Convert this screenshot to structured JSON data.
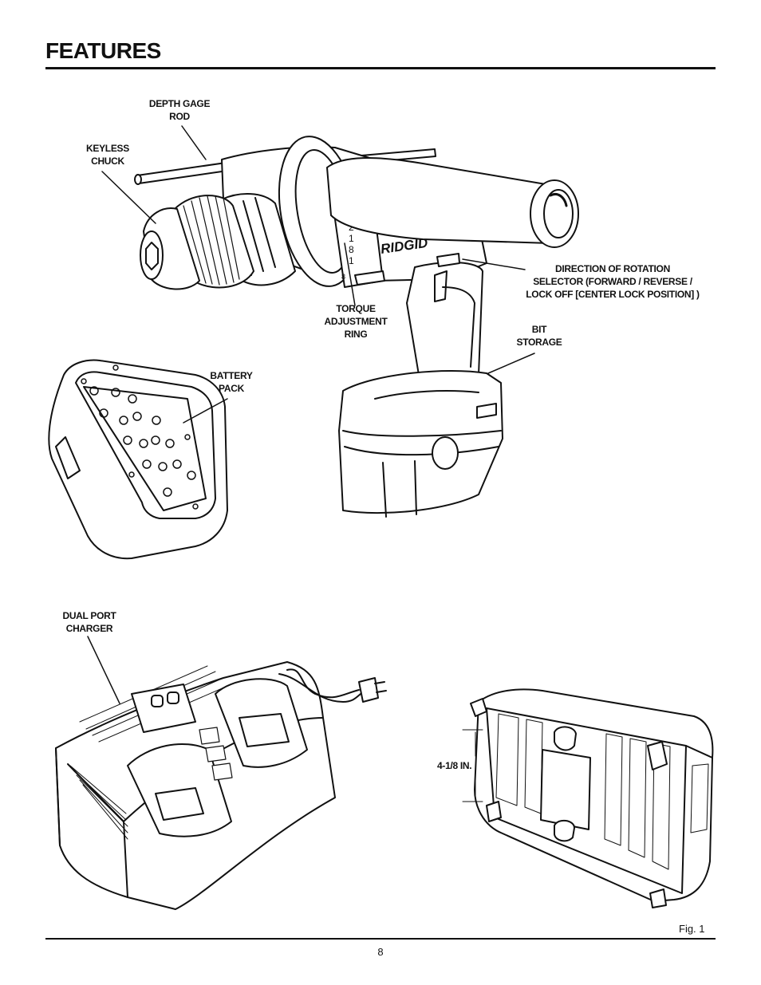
{
  "page": {
    "title": "FEATURES",
    "page_number": "8",
    "figure_label": "Fig. 1"
  },
  "labels": {
    "depth_gage_rod": [
      "DEPTH GAGE",
      "ROD"
    ],
    "keyless_chuck": [
      "KEYLESS",
      "CHUCK"
    ],
    "direction_selector": [
      "DIRECTION OF ROTATION",
      "SELECTOR (FORWARD / REVERSE /",
      "LOCK OFF [CENTER LOCK POSITION] )"
    ],
    "torque_ring": [
      "TORQUE",
      "ADJUSTMENT",
      "RING"
    ],
    "bit_storage": [
      "BIT",
      "STORAGE"
    ],
    "battery_pack": [
      "BATTERY",
      "PACK"
    ],
    "dual_port_charger": [
      "DUAL PORT",
      "CHARGER"
    ],
    "dimension": "4-1/8 IN."
  },
  "drill": {
    "brand": "RIDGID",
    "torque_marks": [
      "2",
      "1",
      "8",
      "1",
      "8"
    ]
  }
}
